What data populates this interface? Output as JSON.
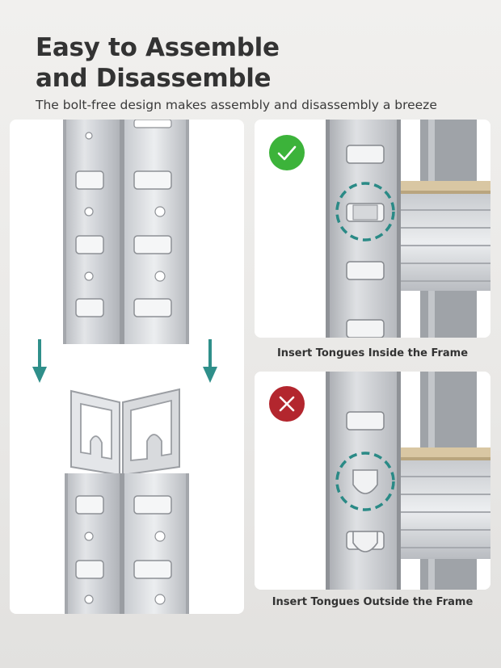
{
  "header": {
    "title_line1": "Easy to Assemble",
    "title_line2": "and Disassemble",
    "subtitle": "The bolt-free design makes assembly and disassembly a breeze"
  },
  "panels": {
    "correct": {
      "caption": "Insert Tongues Inside the Frame",
      "icon": "check-icon",
      "color": "#3cb33a"
    },
    "incorrect": {
      "caption": "Insert Tongues Outside the Frame",
      "icon": "cross-icon",
      "color": "#b3262e"
    }
  },
  "colors": {
    "arrow": "#2f8f8a",
    "highlight_ring": "#2a8a86",
    "metal": "#c9ccd0",
    "wood": "#d9c7a3"
  }
}
